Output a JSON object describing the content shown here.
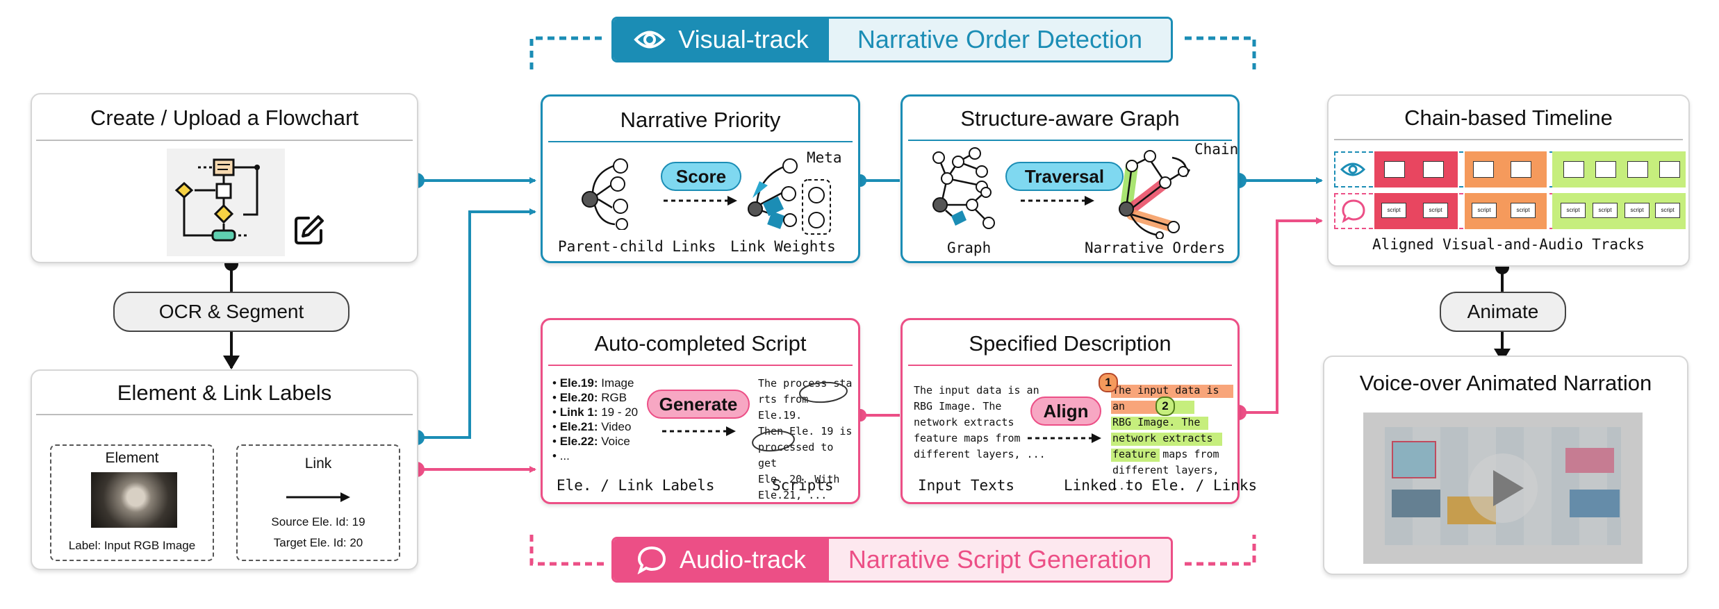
{
  "banners": {
    "visual": {
      "track": "Visual-track",
      "title": "Narrative Order Detection"
    },
    "audio": {
      "track": "Audio-track",
      "title": "Narrative Script Generation"
    }
  },
  "upload": {
    "title": "Create / Upload a Flowchart"
  },
  "ocr": {
    "label": "OCR & Segment"
  },
  "labels_card": {
    "title": "Element & Link Labels",
    "element": {
      "heading": "Element",
      "caption": "Label: Input RGB Image"
    },
    "link": {
      "heading": "Link",
      "source": "Source Ele. Id: 19",
      "target": "Target Ele. Id: 20"
    }
  },
  "priority": {
    "title": "Narrative Priority",
    "badge": "Score",
    "meta": "Meta",
    "left_caption": "Parent-child Links",
    "right_caption": "Link Weights"
  },
  "graph": {
    "title": "Structure-aware Graph",
    "badge": "Traversal",
    "chain": "Chain",
    "left_caption": "Graph",
    "right_caption": "Narrative Orders"
  },
  "timeline": {
    "title": "Chain-based Timeline",
    "caption": "Aligned Visual-and-Audio Tracks",
    "audio_chip": "script"
  },
  "animate": {
    "label": "Animate"
  },
  "voiceover": {
    "title": "Voice-over Animated Narration"
  },
  "script": {
    "title": "Auto-completed Script",
    "items": [
      {
        "key": "Ele.19:",
        "val": " Image"
      },
      {
        "key": "Ele.20:",
        "val": " RGB"
      },
      {
        "key": "Link 1:",
        "val": " 19 - 20"
      },
      {
        "key": "Ele.21:",
        "val": " Video"
      },
      {
        "key": "Ele.22:",
        "val": " Voice"
      },
      {
        "key": "",
        "val": "..."
      }
    ],
    "badge": "Generate",
    "output_lines": [
      "The process sta",
      "rts from Ele.19.",
      "Then Ele. 19 is",
      "processed to get",
      "Ele. 20. With",
      "Ele.21, ..."
    ],
    "left_caption": "Ele. / Link Labels",
    "right_caption": "Scripts"
  },
  "description": {
    "title": "Specified Description",
    "input_lines": [
      "The input data is an",
      "RBG Image. The",
      "network extracts",
      "feature maps from",
      "different layers, ..."
    ],
    "badge": "Align",
    "linked_lines": [
      "The input data is an",
      "RBG Image. The",
      "network extracts",
      "feature maps from",
      "different layers, ..."
    ],
    "markers": [
      "1",
      "2"
    ],
    "left_caption": "Input Texts",
    "right_caption": "Linked to Ele. / Links"
  },
  "colors": {
    "blue": "#1b8db5",
    "pink": "#ec4f86",
    "badge_blue": "#7fd8f0",
    "badge_pink": "#f7a7c3"
  }
}
